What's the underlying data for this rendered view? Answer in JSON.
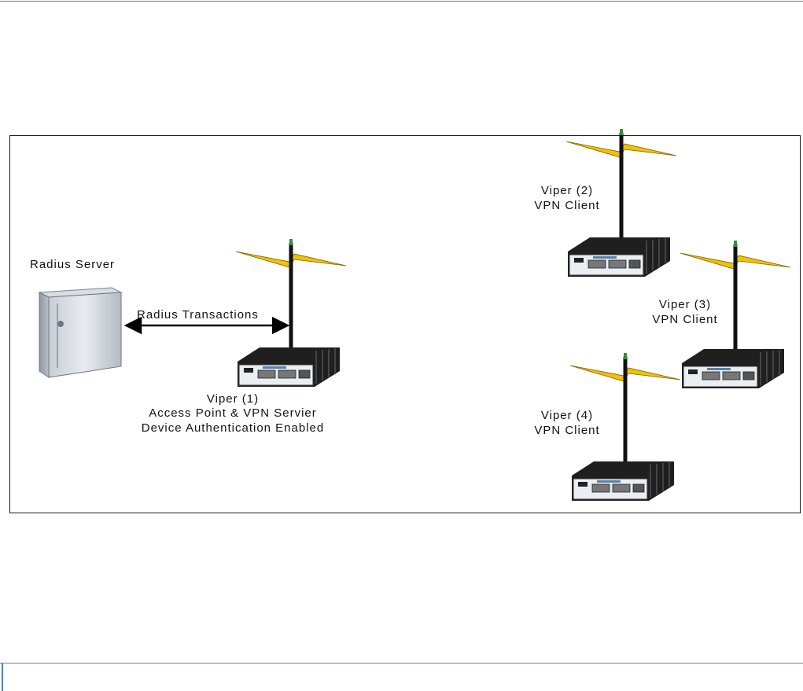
{
  "diagram": {
    "radius_server": {
      "label": "Radius Server"
    },
    "link": {
      "label": "Radius Transactions"
    },
    "viper1": {
      "line1": "Viper (1)",
      "line2": "Access Point & VPN Servier",
      "line3": "Device Authentication Enabled"
    },
    "viper2": {
      "line1": "Viper (2)",
      "line2": "VPN Client"
    },
    "viper3": {
      "line1": "Viper (3)",
      "line2": "VPN Client"
    },
    "viper4": {
      "line1": "Viper (4)",
      "line2": "VPN Client"
    }
  },
  "colors": {
    "rule": "#4f81bd",
    "lightning": "#f2c200",
    "device_body": "#1f1f1f",
    "device_face": "#e9eef3",
    "server": "#9ea7b1"
  }
}
